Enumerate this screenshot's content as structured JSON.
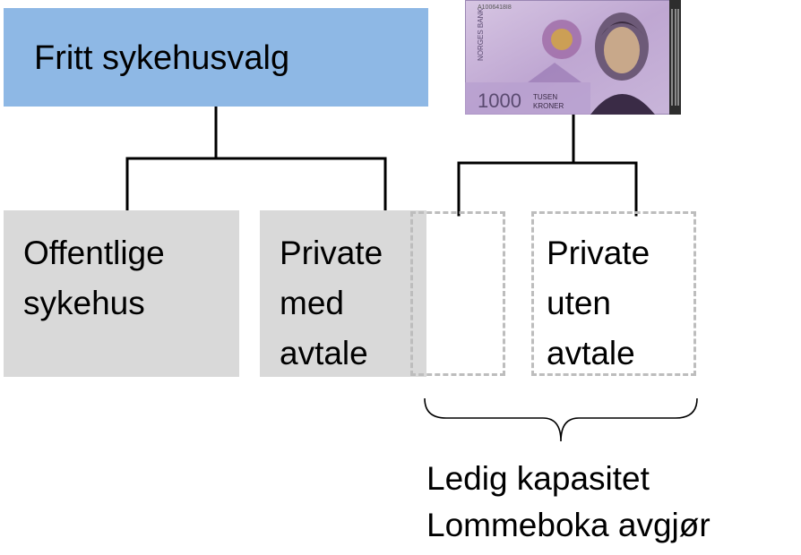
{
  "top": {
    "label": "Fritt sykehusvalg"
  },
  "boxes": [
    {
      "lines": [
        "Offentlige",
        "sykehus"
      ]
    },
    {
      "lines": [
        "Private",
        "med",
        "avtale"
      ]
    },
    {
      "lines": []
    },
    {
      "lines": [
        "Private",
        "uten",
        "avtale"
      ]
    }
  ],
  "banknote": {
    "serial": "A1006418I8",
    "bank_name": "NORGES BANK",
    "value": "1000",
    "word_line1": "TUSEN",
    "word_line2": "KRONER"
  },
  "brace_labels": [
    "Ledig kapasitet",
    "Lommeboka avgjør"
  ],
  "colors": {
    "top_fill": "#8eb8e5",
    "grey_fill": "#d9d9d9",
    "dash_stroke": "#bdbdbd",
    "line_stroke": "#000000"
  }
}
